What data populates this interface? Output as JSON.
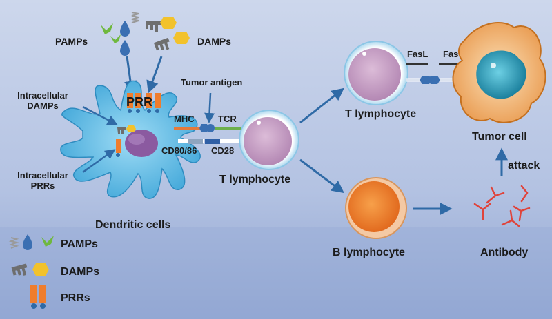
{
  "labels": {
    "pamps_top": "PAMPs",
    "damps_top": "DAMPs",
    "prr": "PRR",
    "tumor_antigen": "Tumor antigen",
    "intracellular_damps": "Intracellular\nDAMPs",
    "intracellular_prrs": "Intracellular\nPRRs",
    "mhc": "MHC",
    "tcr": "TCR",
    "cd80_86": "CD80/86",
    "cd28": "CD28",
    "dendritic_cells": "Dendritic cells",
    "t_lymphocyte_center": "T lymphocyte",
    "t_lymphocyte_top": "T lymphocyte",
    "fasl": "FasL",
    "fas": "Fas",
    "tumor_cell": "Tumor cell",
    "attack": "attack",
    "b_lymphocyte": "B lymphocyte",
    "antibody": "Antibody"
  },
  "legend": [
    {
      "label": "PAMPs"
    },
    {
      "label": "DAMPs"
    },
    {
      "label": "PRRs"
    }
  ],
  "colors": {
    "background_top": "#c8d3ea",
    "background_bottom": "#8fa4d0",
    "dendritic_cell": "#62b6e0",
    "nucleus": "#8b5aa0",
    "t_cell_body": "#c9a4c8",
    "b_cell_body": "#ef7a25",
    "tumor_cell_body": "#f3c893",
    "tumor_nucleus": "#2ba0c0",
    "arrow": "#2f6aa6",
    "prr": "#ef7d2d",
    "mhc": "#e47a3a",
    "tcr": "#6db04c",
    "antibody": "#e0433a",
    "pamp_blue": "#3a6fb2",
    "pamp_green": "#6fb83e",
    "damp_yellow": "#f2c22c",
    "damp_gray": "#6e6e6e"
  }
}
